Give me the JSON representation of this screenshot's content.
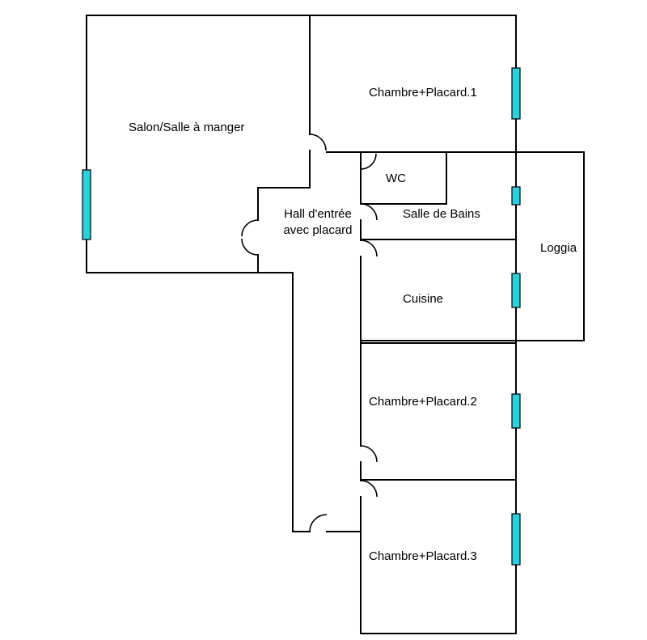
{
  "rooms": {
    "salon": "Salon/Salle à manger",
    "chambre1": "Chambre+Placard.1",
    "wc": "WC",
    "hall_line1": "Hall d'entrée",
    "hall_line2": "avec placard",
    "sdb": "Salle de Bains",
    "loggia": "Loggia",
    "cuisine": "Cuisine",
    "chambre2": "Chambre+Placard.2",
    "chambre3": "Chambre+Placard.3"
  },
  "colors": {
    "wall": "#000000",
    "window": "#22d3e0",
    "background": "#ffffff"
  }
}
